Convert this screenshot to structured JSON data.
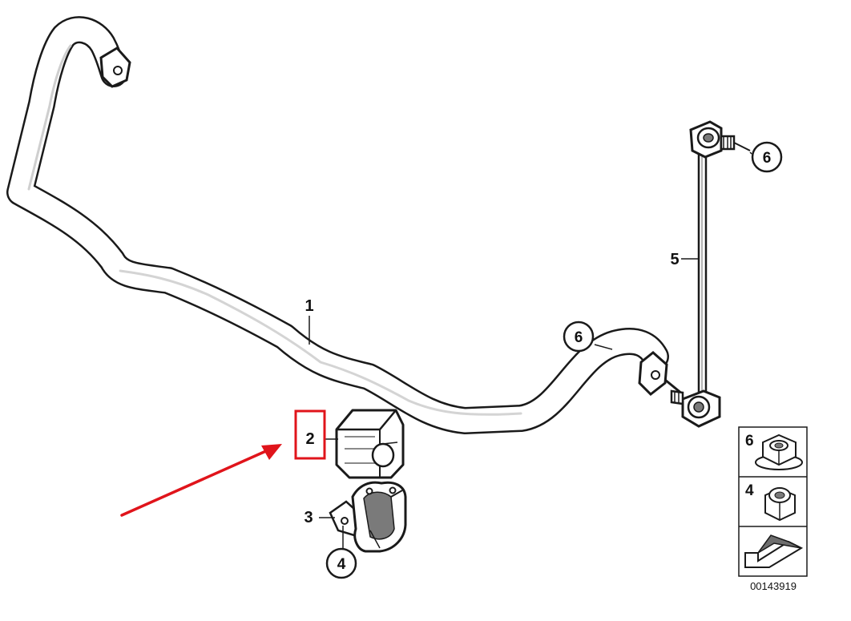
{
  "diagram_id": "00143919",
  "colors": {
    "line": "#1a1a1a",
    "highlight": "#e0141b",
    "shade": "#6e6e6e",
    "light_shade": "#bdbdbd"
  },
  "callouts": [
    {
      "id": "callout-1",
      "label": "1",
      "style": "plain",
      "part": "stabilizer-bar"
    },
    {
      "id": "callout-2",
      "label": "2",
      "style": "plain",
      "part": "bushing",
      "highlighted": true
    },
    {
      "id": "callout-3",
      "label": "3",
      "style": "plain",
      "part": "clamp-bracket"
    },
    {
      "id": "callout-4",
      "label": "4",
      "style": "circled",
      "part": "clamp-nut"
    },
    {
      "id": "callout-5",
      "label": "5",
      "style": "plain",
      "part": "stabilizer-link"
    },
    {
      "id": "callout-6a",
      "label": "6",
      "style": "circled",
      "part": "link-upper-nut"
    },
    {
      "id": "callout-6b",
      "label": "6",
      "style": "circled",
      "part": "link-lower-nut"
    }
  ],
  "legend": [
    {
      "label": "6",
      "icon": "collar-nut-icon"
    },
    {
      "label": "4",
      "icon": "hex-nut-icon"
    },
    {
      "label": "",
      "icon": "arrow-return-icon"
    }
  ],
  "pointer": {
    "icon": "red-arrow-icon",
    "target": "callout-2"
  }
}
